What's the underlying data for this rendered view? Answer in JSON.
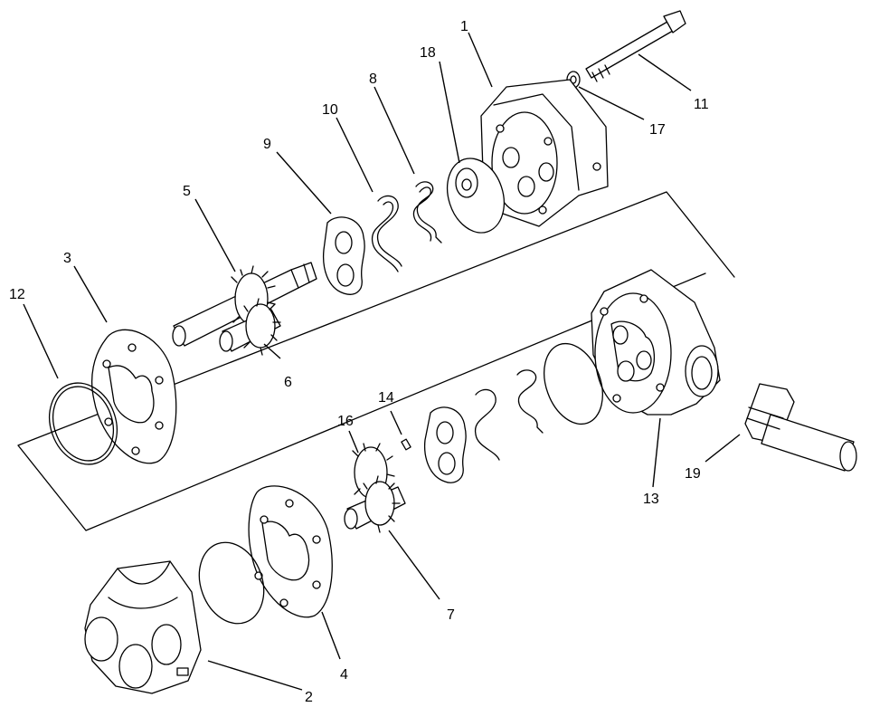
{
  "diagram": {
    "callouts": [
      {
        "id": "part-1",
        "label": "1"
      },
      {
        "id": "part-2",
        "label": "2"
      },
      {
        "id": "part-3",
        "label": "3"
      },
      {
        "id": "part-4",
        "label": "4"
      },
      {
        "id": "part-5",
        "label": "5"
      },
      {
        "id": "part-6",
        "label": "6"
      },
      {
        "id": "part-7",
        "label": "7"
      },
      {
        "id": "part-8",
        "label": "8"
      },
      {
        "id": "part-9",
        "label": "9"
      },
      {
        "id": "part-10",
        "label": "10"
      },
      {
        "id": "part-11",
        "label": "11"
      },
      {
        "id": "part-12",
        "label": "12"
      },
      {
        "id": "part-13",
        "label": "13"
      },
      {
        "id": "part-14",
        "label": "14"
      },
      {
        "id": "part-16",
        "label": "16"
      },
      {
        "id": "part-17",
        "label": "17"
      },
      {
        "id": "part-18",
        "label": "18"
      },
      {
        "id": "part-19",
        "label": "19"
      }
    ]
  }
}
